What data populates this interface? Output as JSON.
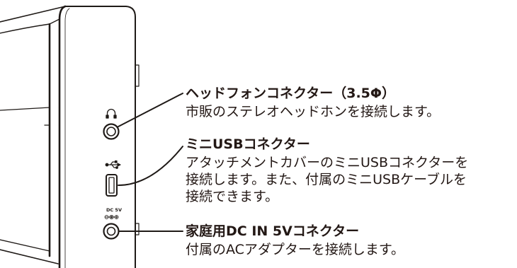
{
  "callouts": [
    {
      "title": "ヘッドフォンコネクター（3.5Φ）",
      "description": [
        "市販のステレオヘッドホンを接続します。"
      ]
    },
    {
      "title": "ミニUSBコネクター",
      "description": [
        "アタッチメントカバーのミニUSBコネクターを",
        "接続します。また、付属のミニUSBケーブルを",
        "接続できます。"
      ]
    },
    {
      "title": "家庭用DC IN 5Vコネクター",
      "description": [
        "付属のACアダプターを接続します。"
      ]
    }
  ],
  "device": {
    "dc_label": "DC 5V",
    "icons": {
      "headphone": "headphone-icon",
      "usb": "usb-icon",
      "polarity": "dc-polarity-icon"
    }
  },
  "colors": {
    "line": "#1f1a17",
    "text": "#231815",
    "background": "#ffffff"
  }
}
